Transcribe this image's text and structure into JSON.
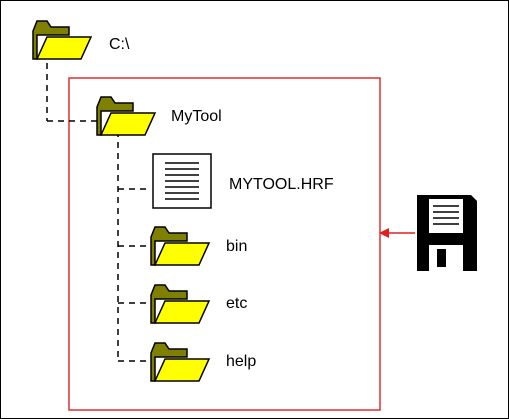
{
  "tree": {
    "root": {
      "label": "C:\\",
      "icon": "folder-icon"
    },
    "app_folder": {
      "label": "MyTool",
      "icon": "folder-icon"
    },
    "children": [
      {
        "label": "MYTOOL.HRF",
        "icon": "document-icon"
      },
      {
        "label": "bin",
        "icon": "folder-icon"
      },
      {
        "label": "etc",
        "icon": "folder-icon"
      },
      {
        "label": "help",
        "icon": "folder-icon"
      }
    ]
  },
  "install_source": {
    "icon": "floppy-disk-icon"
  },
  "colors": {
    "folder_front": "#ffff00",
    "folder_back": "#808000",
    "highlight_box": "#e03030",
    "arrow": "#e02020",
    "lines": "#000000"
  }
}
